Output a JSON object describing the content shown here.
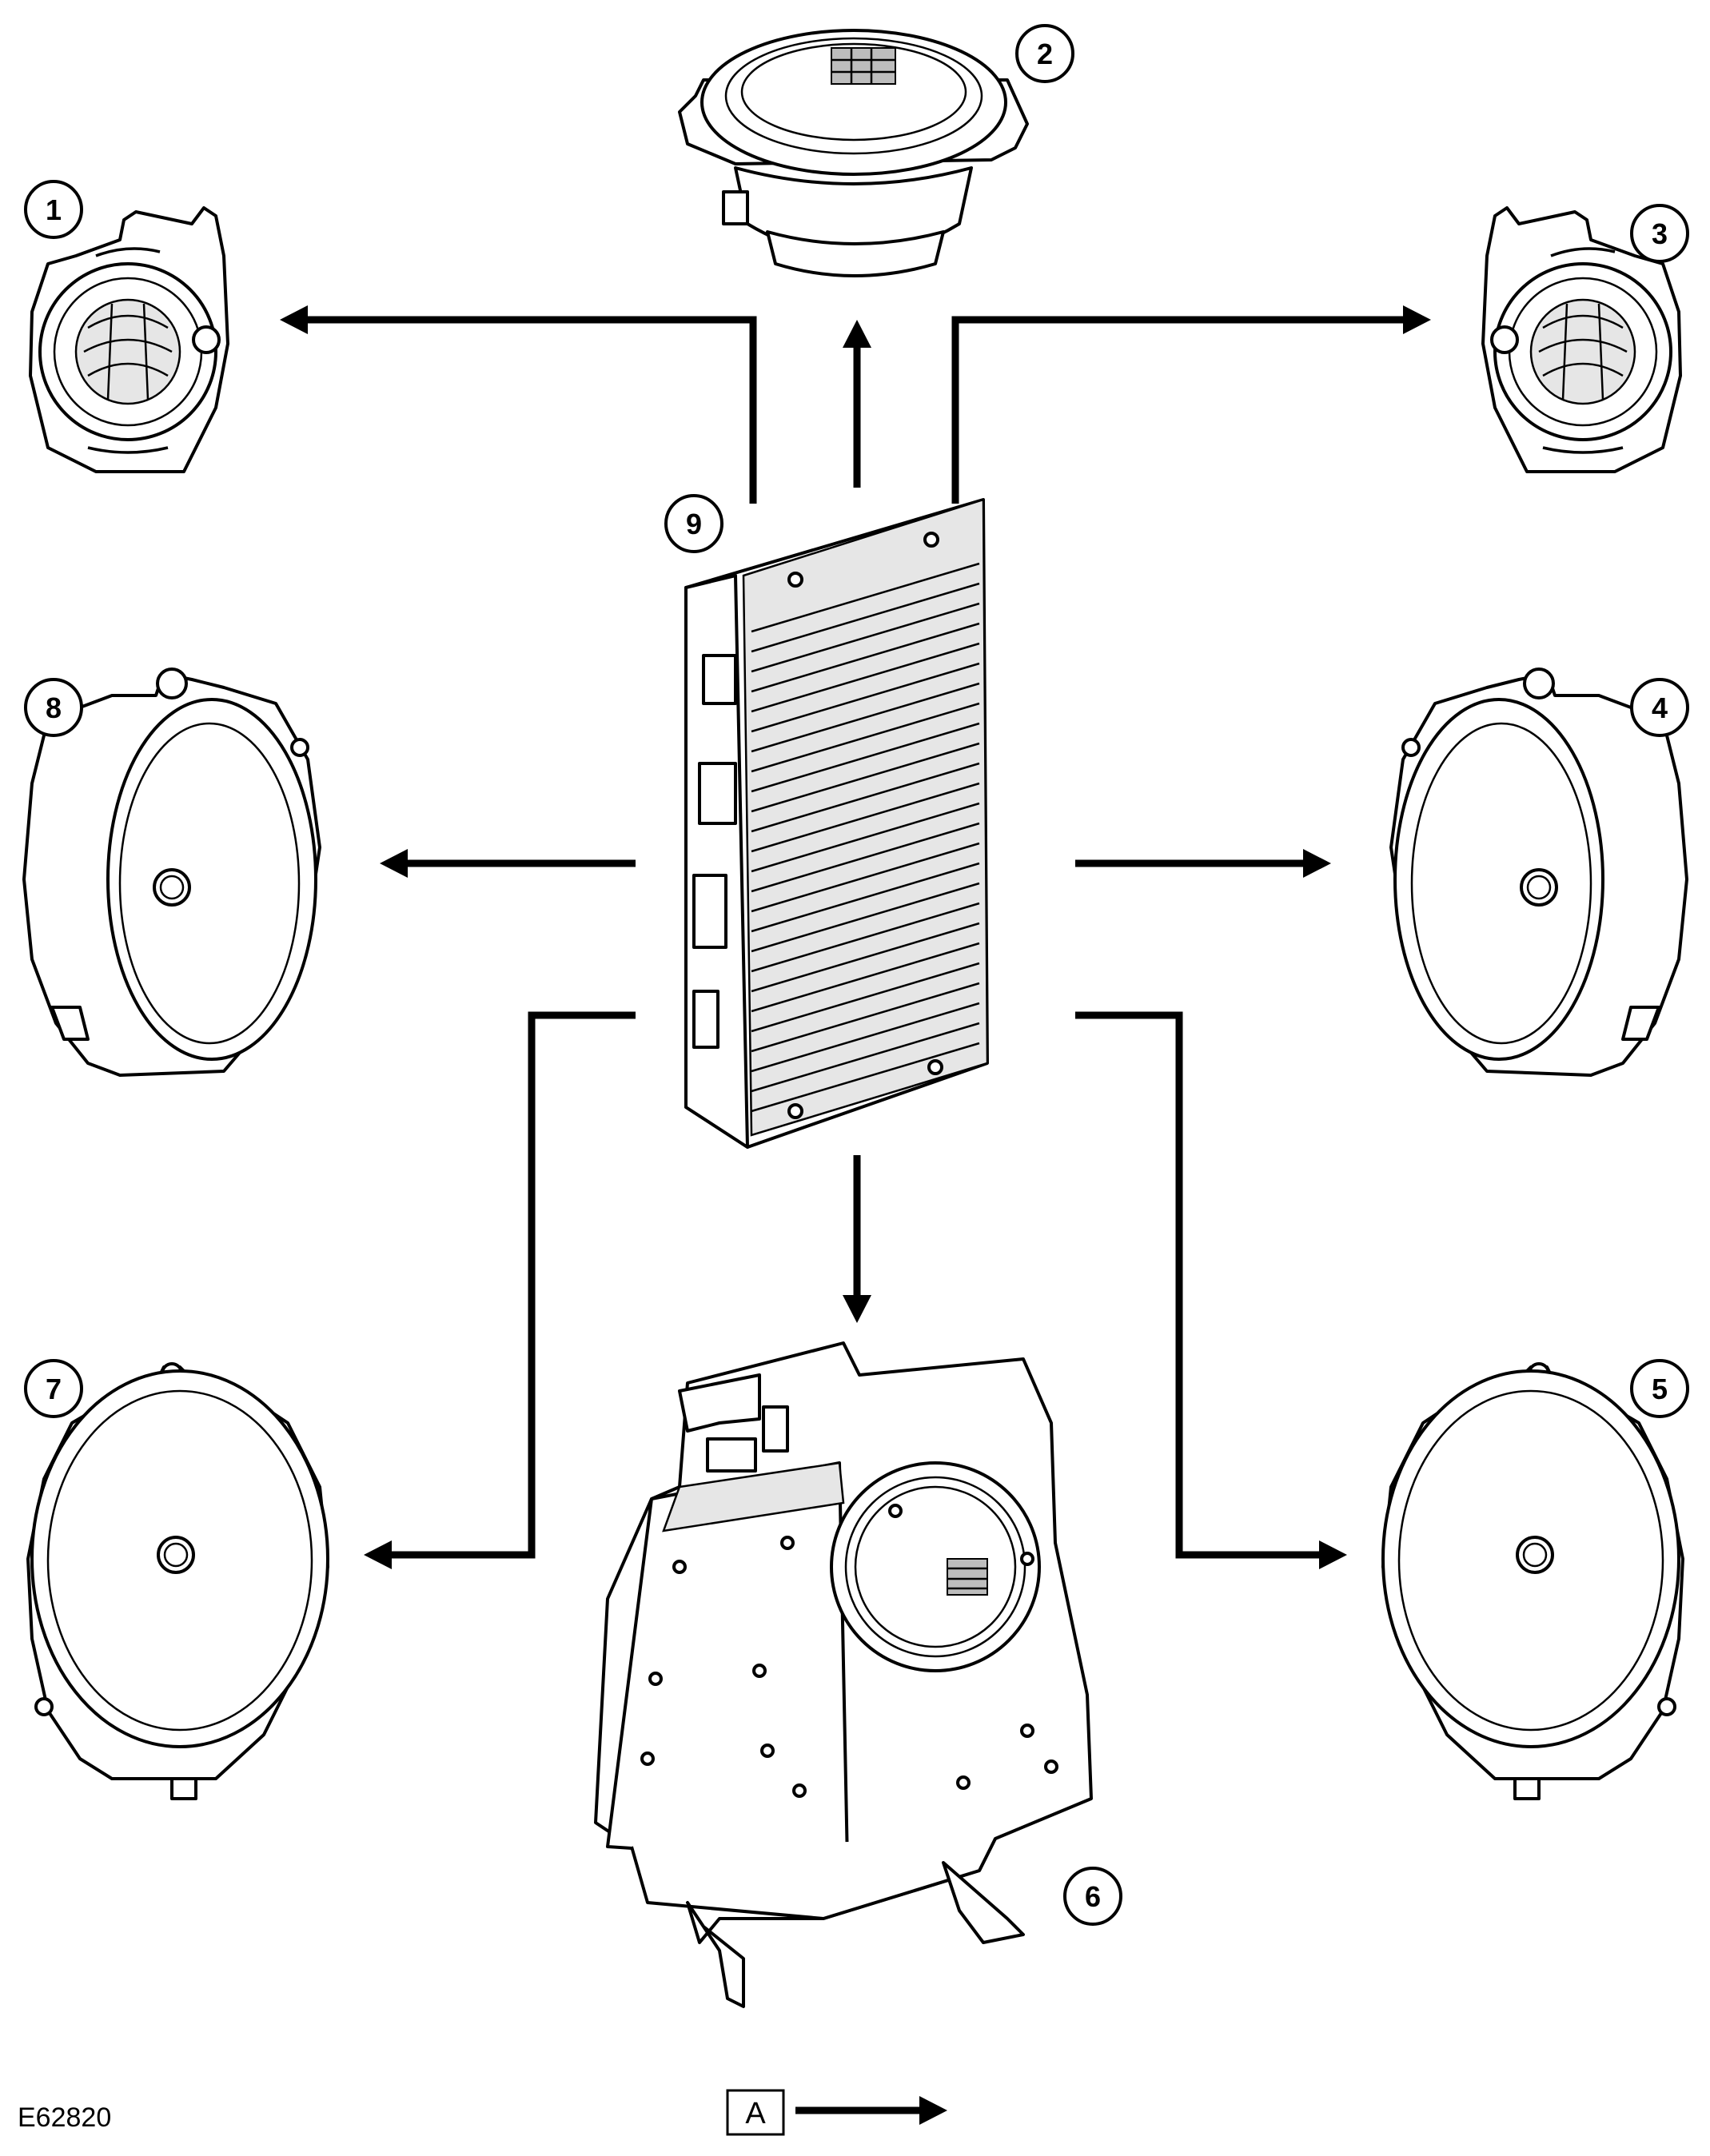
{
  "callouts": {
    "c1": "1",
    "c2": "2",
    "c3": "3",
    "c4": "4",
    "c5": "5",
    "c6": "6",
    "c7": "7",
    "c8": "8",
    "c9": "9"
  },
  "view_marker": {
    "label": "A"
  },
  "figure_id": "E62820"
}
